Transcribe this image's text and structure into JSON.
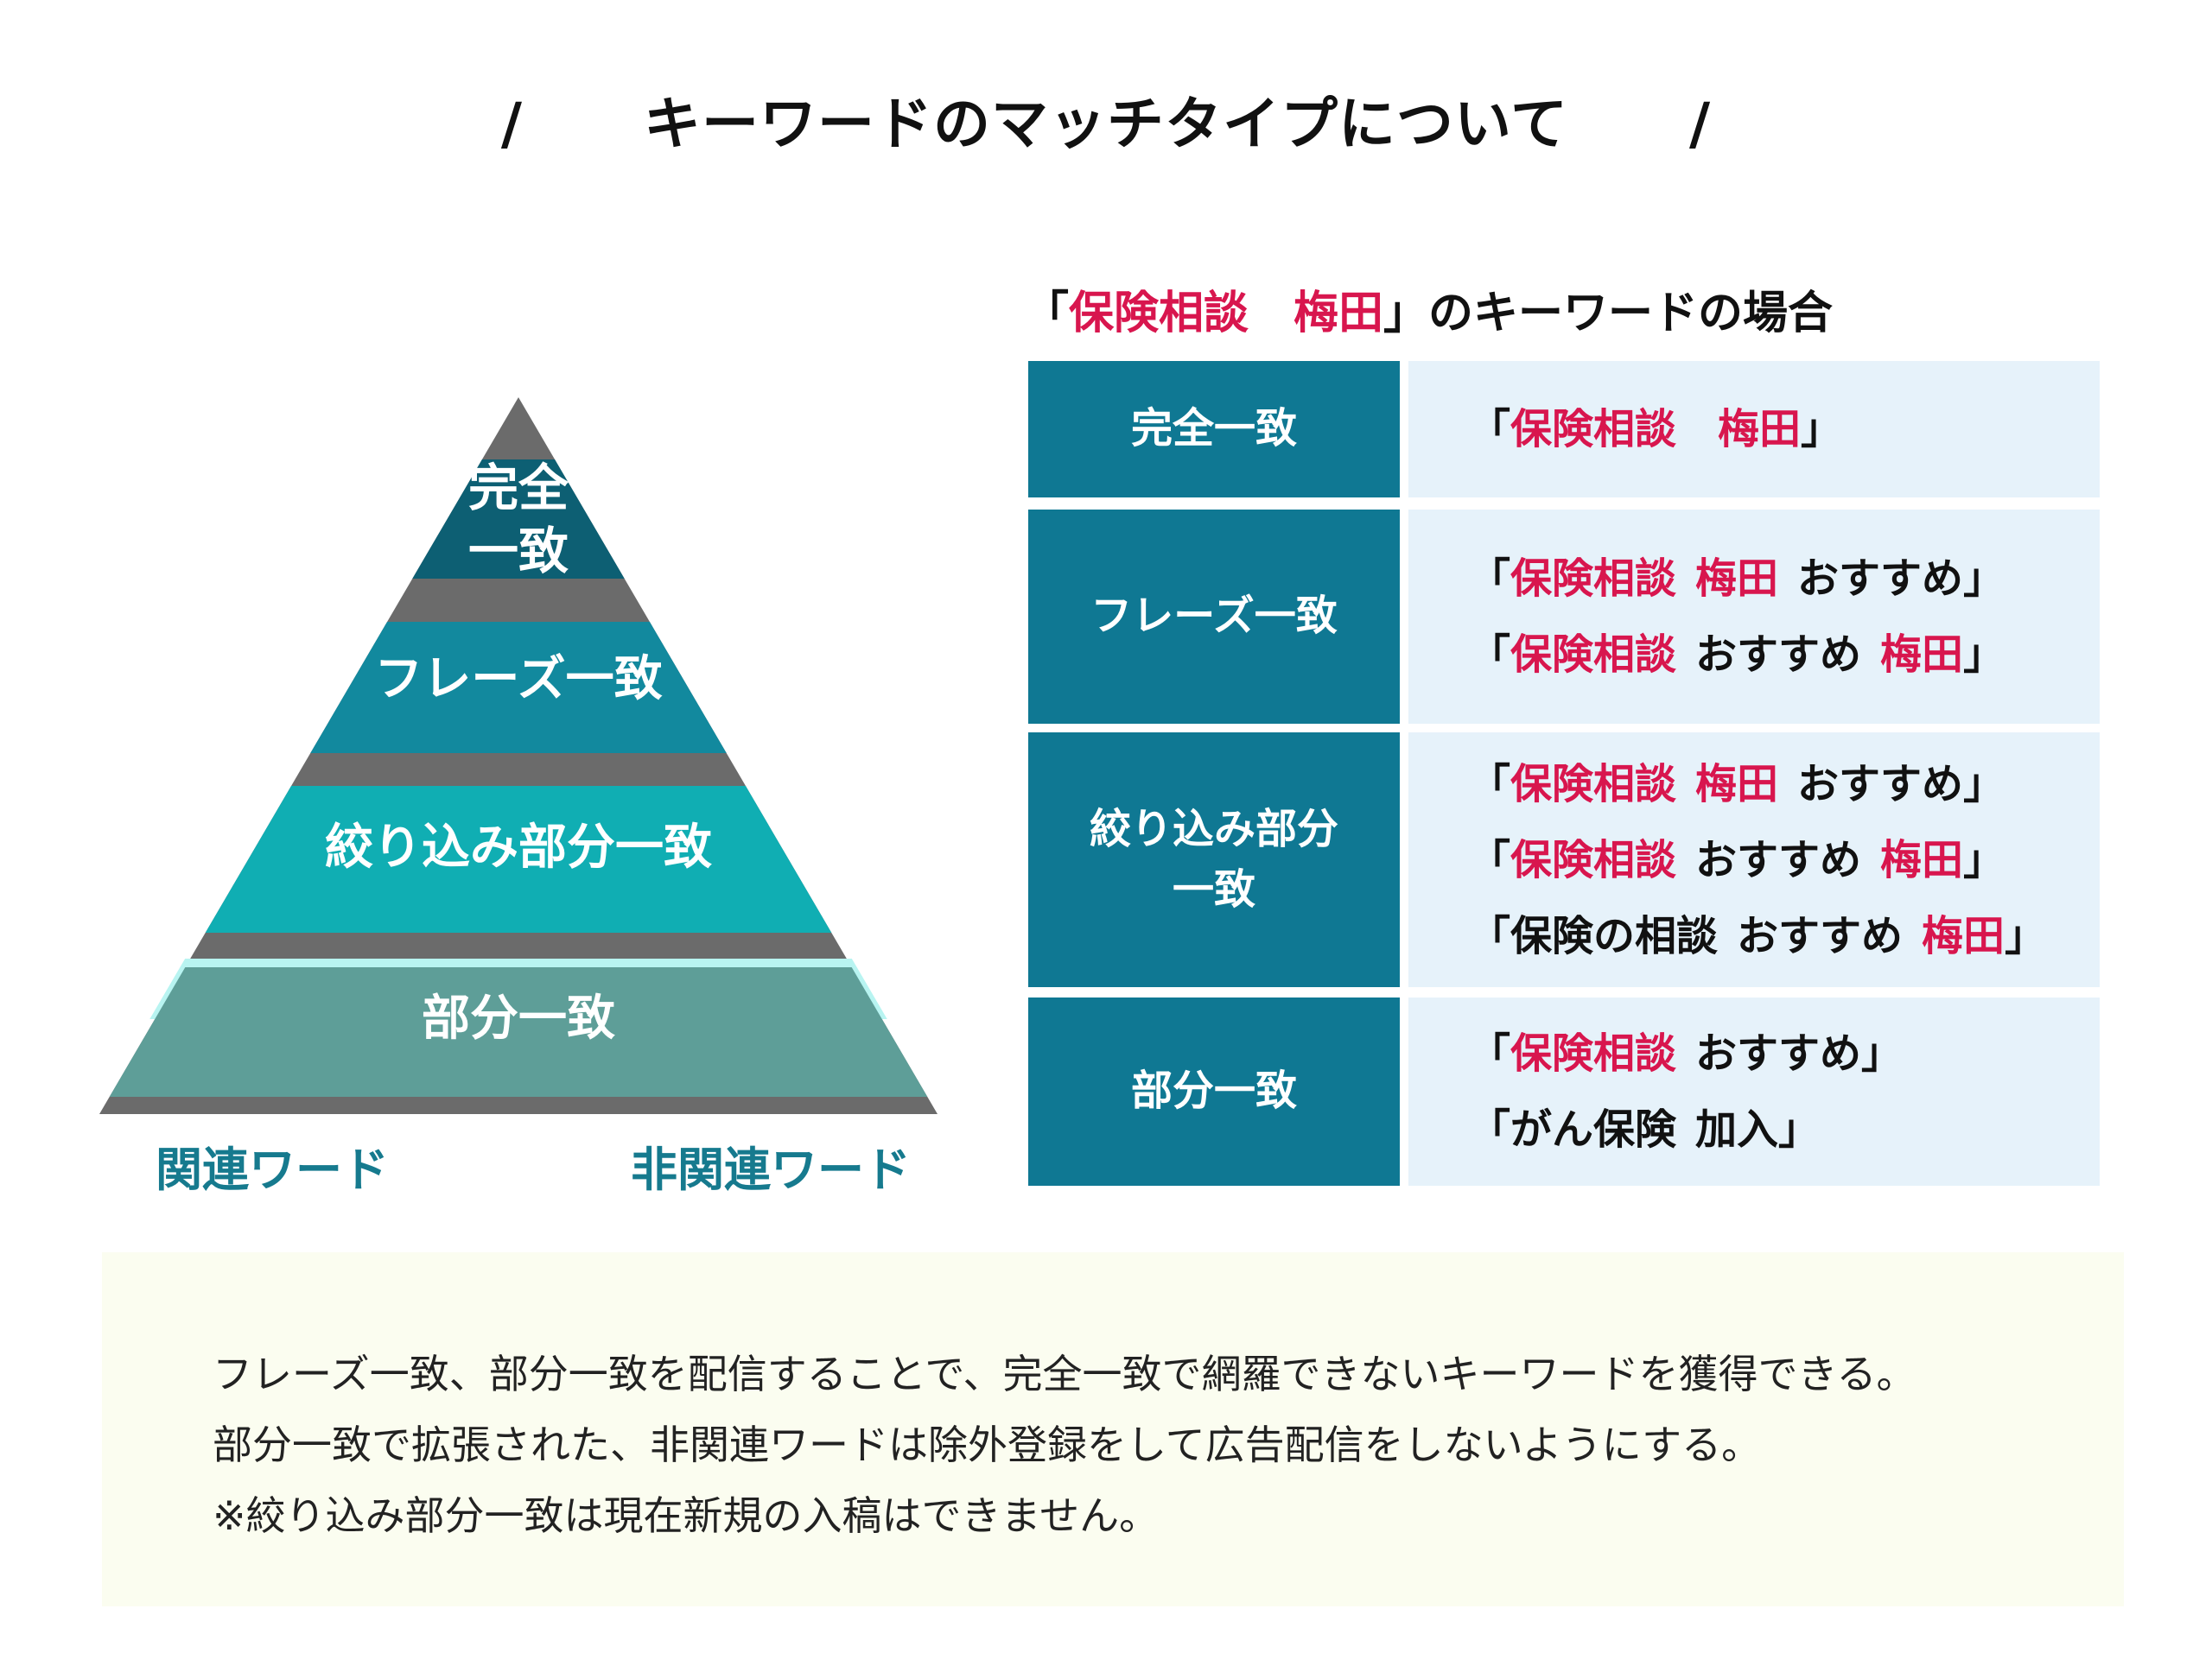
{
  "title": {
    "slash_left": "/",
    "text": "キーワードのマッチタイプについて",
    "slash_right": "/"
  },
  "pyramid": {
    "tiers": [
      {
        "lines": [
          "完全",
          "一致"
        ],
        "color": "#0d5f73"
      },
      {
        "lines": [
          "フレーズ一致"
        ],
        "color": "#12899e"
      },
      {
        "lines": [
          "絞り込み部分一致"
        ],
        "color": "#10aeb3"
      },
      {
        "lines": [
          "部分一致"
        ],
        "color": "#5e9e98"
      }
    ],
    "accent_color": "#b8f4f1",
    "gap_color": "#6b6b6b",
    "axis_left": "関連ワード",
    "axis_right": "非関連ワード"
  },
  "example": {
    "heading": {
      "open": "「",
      "keyword": "保険相談　梅田",
      "close": "」のキーワードの場合"
    },
    "rows": [
      {
        "head": [
          "完全一致"
        ],
        "lines": [
          [
            {
              "t": "「"
            },
            {
              "t": "保険相談　梅田",
              "hl": true
            },
            {
              "t": "」"
            }
          ]
        ]
      },
      {
        "head": [
          "フレーズ一致"
        ],
        "lines": [
          [
            {
              "t": "「"
            },
            {
              "t": "保険相談",
              "hl": true
            },
            {
              "t": "梅田",
              "hl": true
            },
            {
              "t": "おすすめ"
            },
            {
              "t": "」"
            }
          ],
          [
            {
              "t": "「"
            },
            {
              "t": "保険相談",
              "hl": true
            },
            {
              "t": "おすすめ"
            },
            {
              "t": "梅田",
              "hl": true
            },
            {
              "t": "」"
            }
          ]
        ]
      },
      {
        "head": [
          "絞り込み部分",
          "一致"
        ],
        "lines": [
          [
            {
              "t": "「"
            },
            {
              "t": "保険相談",
              "hl": true
            },
            {
              "t": "梅田",
              "hl": true
            },
            {
              "t": "おすすめ"
            },
            {
              "t": "」"
            }
          ],
          [
            {
              "t": "「"
            },
            {
              "t": "保険相談",
              "hl": true
            },
            {
              "t": "おすすめ"
            },
            {
              "t": "梅田",
              "hl": true
            },
            {
              "t": "」"
            }
          ],
          [
            {
              "t": "「"
            },
            {
              "t": "保険の相談"
            },
            {
              "t": "おすすめ"
            },
            {
              "t": "梅田",
              "hl": true
            },
            {
              "t": "」"
            }
          ]
        ]
      },
      {
        "head": [
          "部分一致"
        ],
        "lines": [
          [
            {
              "t": "「"
            },
            {
              "t": "保険相談",
              "hl": true
            },
            {
              "t": "おすすめ"
            },
            {
              "t": "」"
            }
          ],
          [
            {
              "t": "「"
            },
            {
              "t": "がん保険"
            },
            {
              "t": "加入"
            },
            {
              "t": "」"
            }
          ]
        ]
      }
    ],
    "head_color": "#0f7893",
    "body_color": "#e6f2fa",
    "highlight_color": "#d8164e"
  },
  "notes": [
    "フレーズ一致、部分一致を配信することで、完全一致で網羅できないキーワードを獲得できる。",
    "部分一致で拡張された、非関連ワードは除外登録をして広告配信をしないようにする。",
    "※絞り込み部分一致は現在新規の入稿はできません。"
  ],
  "note_bg": "#fbfdf0"
}
